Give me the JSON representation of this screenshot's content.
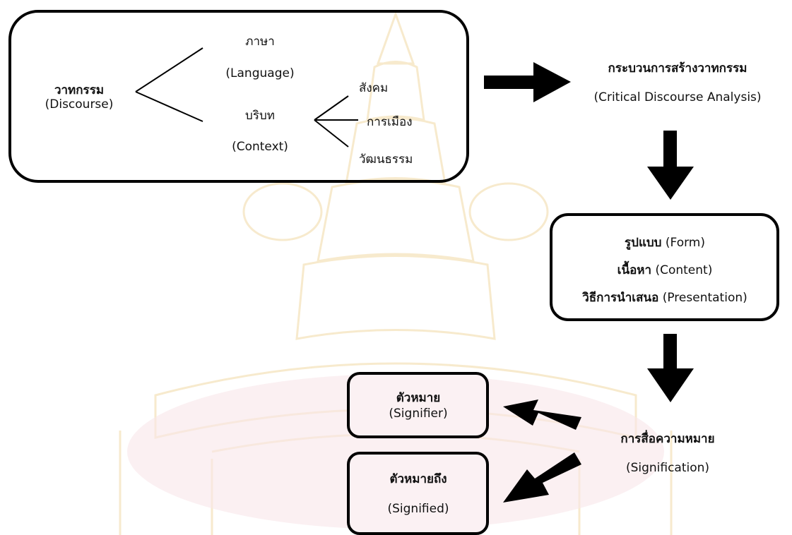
{
  "discourse_box": {
    "title": "วาทกรรม",
    "title_en": "(Discourse)",
    "language_th": "ภาษา",
    "language_en": "(Language)",
    "context_th": "บริบท",
    "context_en": "(Context)",
    "context_items": [
      "สังคม",
      "การเมือง",
      "วัฒนธรรม"
    ]
  },
  "process": {
    "title": "กระบวนการสร้างวาทกรรม",
    "subtitle": "(Critical Discourse Analysis)"
  },
  "analysis_box": {
    "form_th": "รูปแบบ",
    "form_en": "(Form)",
    "content_th": "เนื้อหา",
    "content_en": "(Content)",
    "presentation_th": "วิธีการนำเสนอ",
    "presentation_en": "(Presentation)"
  },
  "signification": {
    "title": "การสื่อความหมาย",
    "subtitle": "(Signification)"
  },
  "signifier_box": {
    "title": "ตัวหมาย",
    "subtitle": "(Signifier)"
  },
  "signified_box": {
    "title": "ตัวหมายถึง",
    "subtitle": "(Signified)"
  },
  "colors": {
    "stroke": "#000000",
    "sign_box_fill": "#fbf1f3",
    "watermark": "#f1d9a6"
  }
}
